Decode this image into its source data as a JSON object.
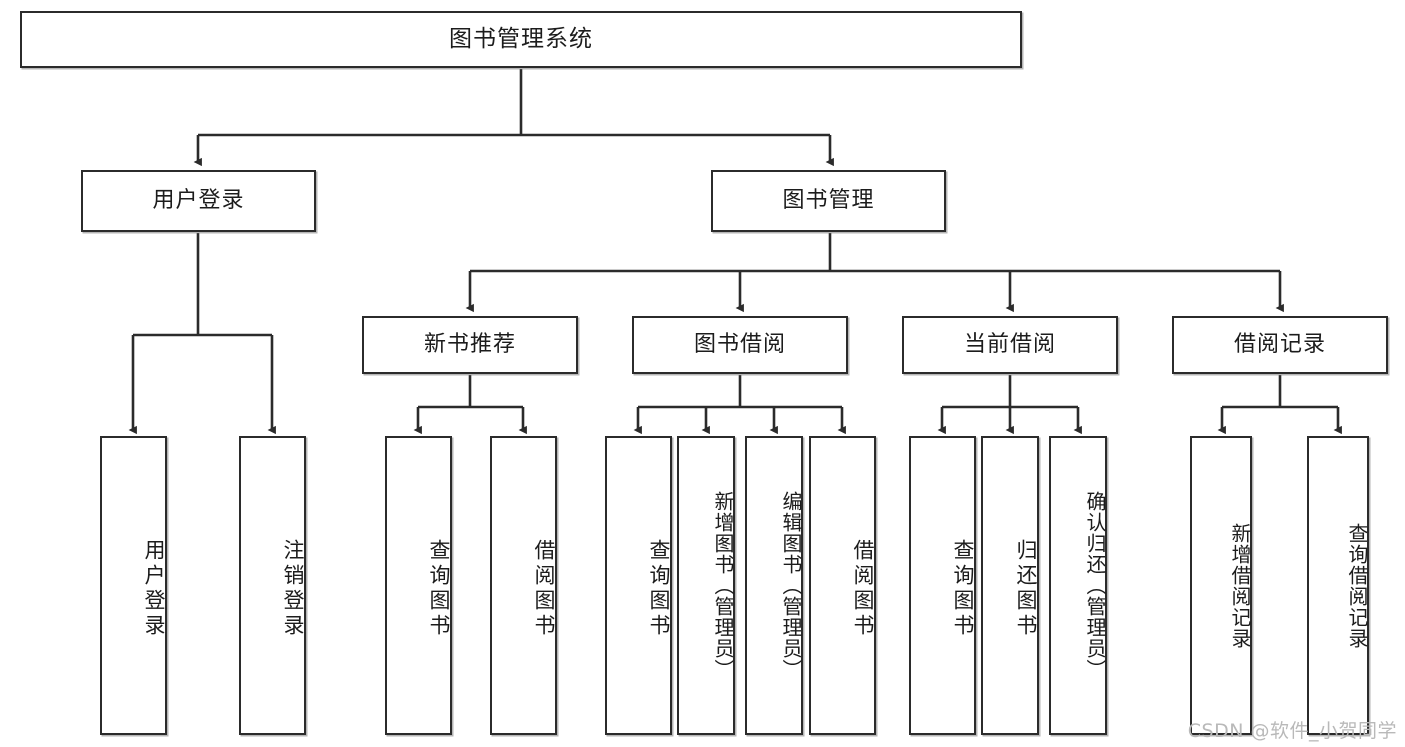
{
  "diagram": {
    "type": "tree",
    "title": "图书管理系统",
    "watermark": "CSDN @软件_小贺同学",
    "colors": {
      "background": "#ffffff",
      "box_border": "#2b2b2b",
      "box_fill": "#ffffff",
      "edge": "#2b2b2b",
      "text": "#1c1c1c",
      "watermark": "#b9b9b9"
    },
    "nodes": {
      "root": {
        "label": "图书管理系统"
      },
      "level2": [
        {
          "id": "user-login",
          "label": "用户登录"
        },
        {
          "id": "book-management",
          "label": "图书管理"
        }
      ],
      "level3": [
        {
          "id": "new-book-recommend",
          "label": "新书推荐"
        },
        {
          "id": "book-borrow",
          "label": "图书借阅"
        },
        {
          "id": "current-borrow",
          "label": "当前借阅"
        },
        {
          "id": "borrow-record",
          "label": "借阅记录"
        }
      ],
      "leaves": [
        {
          "id": "leaf-user-login",
          "label": "用户登录",
          "parent": "user-login"
        },
        {
          "id": "leaf-logout",
          "label": "注销登录",
          "parent": "user-login"
        },
        {
          "id": "leaf-query-book-1",
          "label": "查询图书",
          "parent": "new-book-recommend"
        },
        {
          "id": "leaf-borrow-book-1",
          "label": "借阅图书",
          "parent": "new-book-recommend"
        },
        {
          "id": "leaf-query-book-2",
          "label": "查询图书",
          "parent": "book-borrow"
        },
        {
          "id": "leaf-add-book",
          "label": "新增图书（管理员）",
          "parent": "book-borrow"
        },
        {
          "id": "leaf-edit-book",
          "label": "编辑图书（管理员）",
          "parent": "book-borrow"
        },
        {
          "id": "leaf-borrow-book-2",
          "label": "借阅图书",
          "parent": "book-borrow"
        },
        {
          "id": "leaf-query-book-3",
          "label": "查询图书",
          "parent": "current-borrow"
        },
        {
          "id": "leaf-return-book",
          "label": "归还图书",
          "parent": "current-borrow"
        },
        {
          "id": "leaf-confirm-return",
          "label": "确认归还（管理员）",
          "parent": "current-borrow"
        },
        {
          "id": "leaf-add-record",
          "label": "新增借阅记录",
          "parent": "borrow-record"
        },
        {
          "id": "leaf-query-record",
          "label": "查询借阅记录",
          "parent": "borrow-record"
        }
      ]
    }
  }
}
